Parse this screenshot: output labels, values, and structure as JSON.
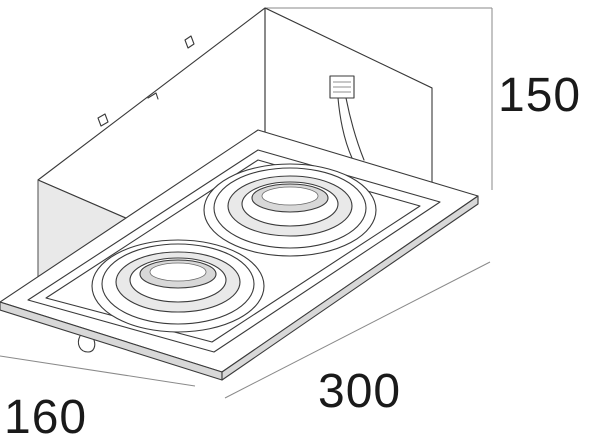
{
  "dimensions": {
    "height": "150",
    "length": "300",
    "width": "160"
  }
}
